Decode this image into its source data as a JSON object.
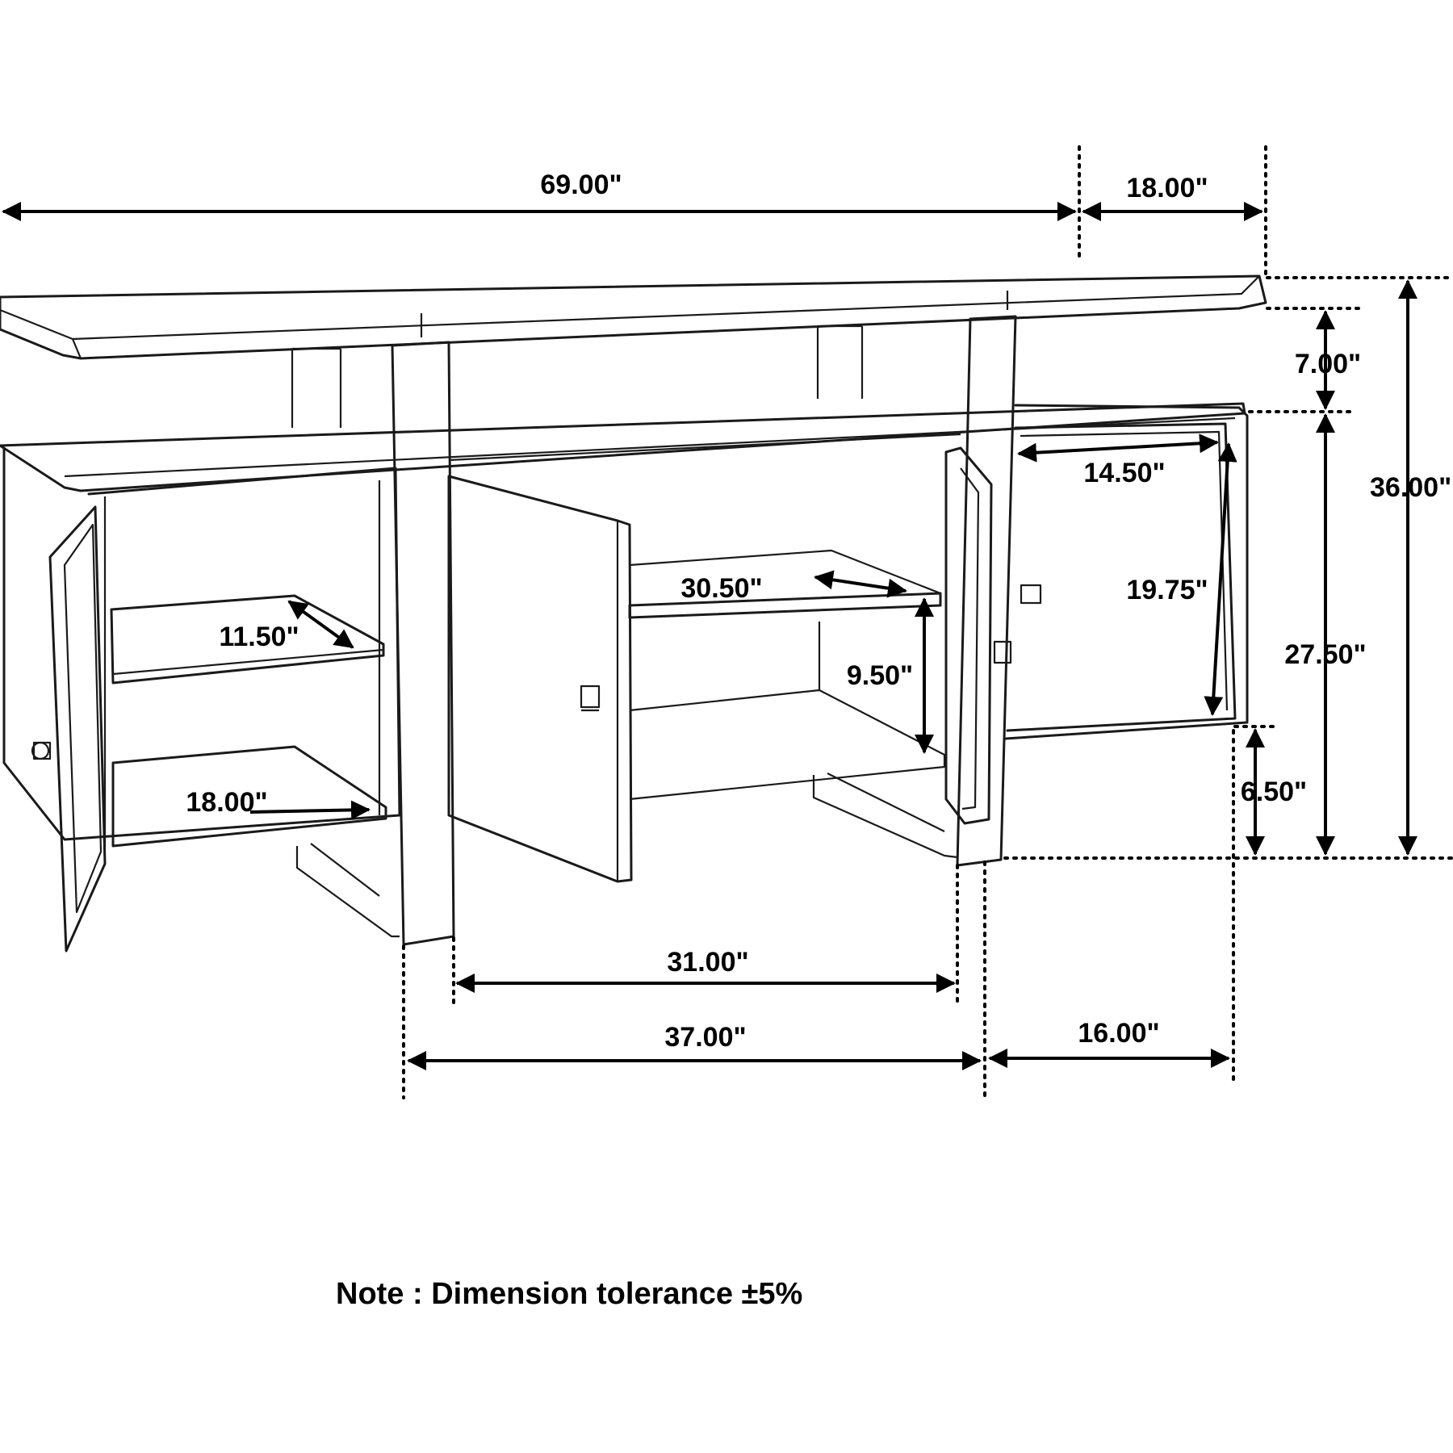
{
  "dimensions": {
    "width": "69.00\"",
    "depth_top": "18.00\"",
    "top_thickness": "7.00\"",
    "total_height": "36.00\"",
    "cabinet_height": "27.50\"",
    "leg_clearance": "6.50\"",
    "right_door_width": "14.50\"",
    "right_door_height": "19.75\"",
    "center_shelf_width": "30.50\"",
    "center_shelf_gap": "9.50\"",
    "left_shelf_depth": "11.50\"",
    "left_bottom_width": "18.00\"",
    "center_inner_width": "31.00\"",
    "center_outer_width": "37.00\"",
    "side_width": "16.00\""
  },
  "note": "Note : Dimension tolerance ±5%"
}
